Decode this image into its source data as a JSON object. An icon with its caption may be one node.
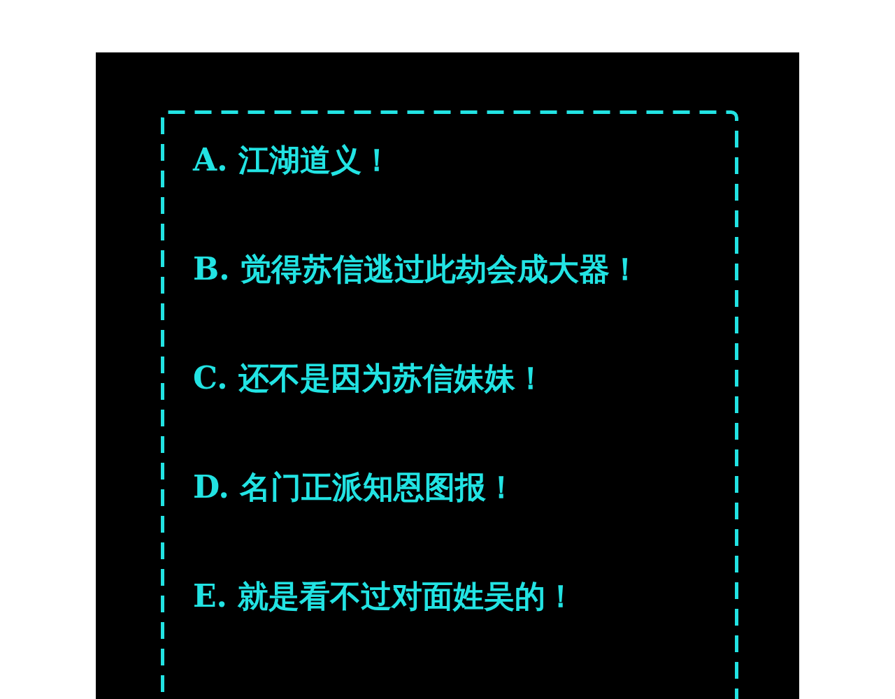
{
  "diagram": {
    "nodes": [
      {
        "text": [
          "A. 江湖道义！",
          "B. 觉得苏信逃过此劫会成大器！",
          "C. 还不是因为苏信妹妹！",
          "D. 名门正派知恩图报！",
          "E. 就是看不过对面姓吴的！"
        ]
      }
    ]
  }
}
